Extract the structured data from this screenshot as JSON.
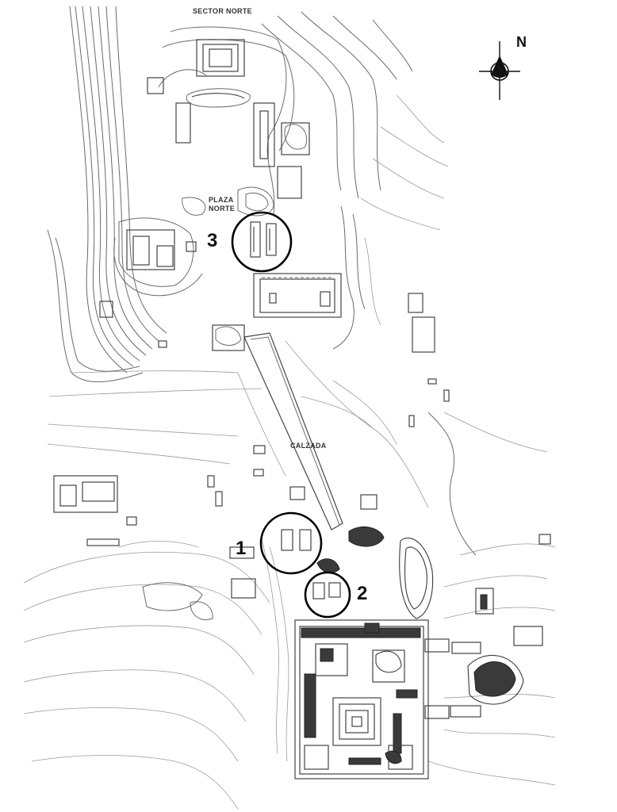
{
  "labels": {
    "sector_norte": "SECTOR NORTE",
    "plaza_norte_line1": "PLAZA",
    "plaza_norte_line2": "NORTE",
    "calzada": "CALZADA"
  },
  "markers": {
    "one": "1",
    "two": "2",
    "three": "3"
  },
  "compass": {
    "letter": "N"
  },
  "colors": {
    "background": "#ffffff",
    "contour": "#6a6a6a",
    "circle": "#000000"
  }
}
